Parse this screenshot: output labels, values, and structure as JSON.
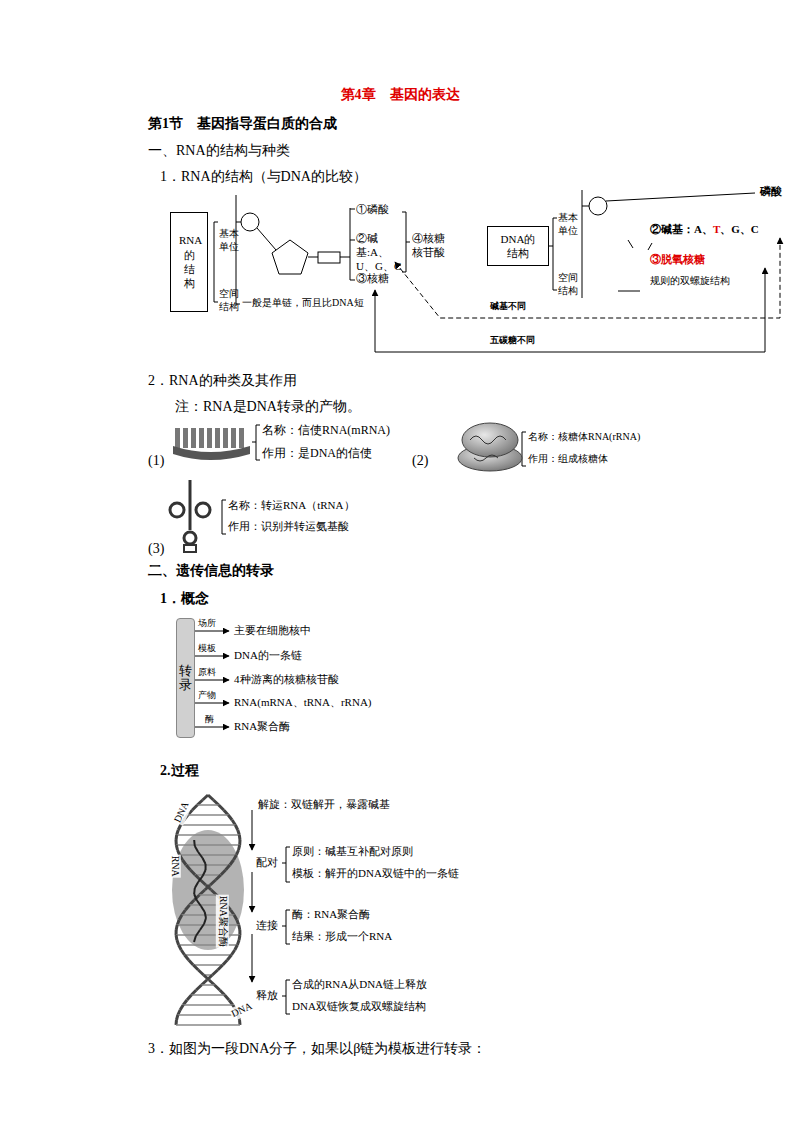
{
  "diagram": {
    "title": "第4章　基因的表达",
    "nodes": [
      {
        "text": [
          "RNA的结构"
        ]
      },
      {
        "text": [
          "DNA的结构"
        ]
      },
      {
        "text": [
          "转录"
        ]
      }
    ],
    "labels": [
      "第1节　基因指导蛋白质的合成",
      "一、RNA的结构与种类",
      "1．RNA的结构（与DNA的比较）",
      "基本单位",
      "空间结构",
      "①磷酸",
      "②碱基:A、U、G、C",
      "③核糖",
      "④核糖核苷酸",
      "一般是单链，而且比DNA短",
      "基本单位",
      "空间结构",
      "磷酸",
      "②碱基：A、",
      "T",
      "、G、C",
      "③脱氧核糖",
      "规则的双螺旋结构",
      "碱基不同",
      "五碳糖不同",
      "2．RNA的种类及其作用",
      "注：RNA是DNA转录的产物。",
      "(1)",
      "名称：信使RNA(mRNA)",
      "作用：是DNA的信使",
      "(2)",
      "名称：核糖体RNA(rRNA)",
      "作用：组成核糖体",
      "(3)",
      "名称：转运RNA（tRNA）",
      "作用：识别并转运氨基酸",
      "二、遗传信息的转录",
      "1．概念",
      "场所",
      "主要在细胞核中",
      "模板",
      "DNA的一条链",
      "原料",
      "4种游离的核糖核苷酸",
      "产物",
      "RNA(mRNA、tRNA、rRNA)",
      "酶",
      "RNA聚合酶",
      "2.过程",
      "DNA",
      "RNA",
      "RNA聚合酶",
      "DNA",
      "解旋：双链解开，暴露碱基",
      "配对",
      "原则：碱基互补配对原则",
      "模板：解开的DNA双链中的一条链",
      "连接",
      "酶：RNA聚合酶",
      "结果：形成一个RNA",
      "释放",
      "合成的RNA从DNA链上释放",
      "DNA双链恢复成双螺旋结构",
      "3．如图为一段DNA分子，如果以β链为模板进行转录："
    ]
  }
}
